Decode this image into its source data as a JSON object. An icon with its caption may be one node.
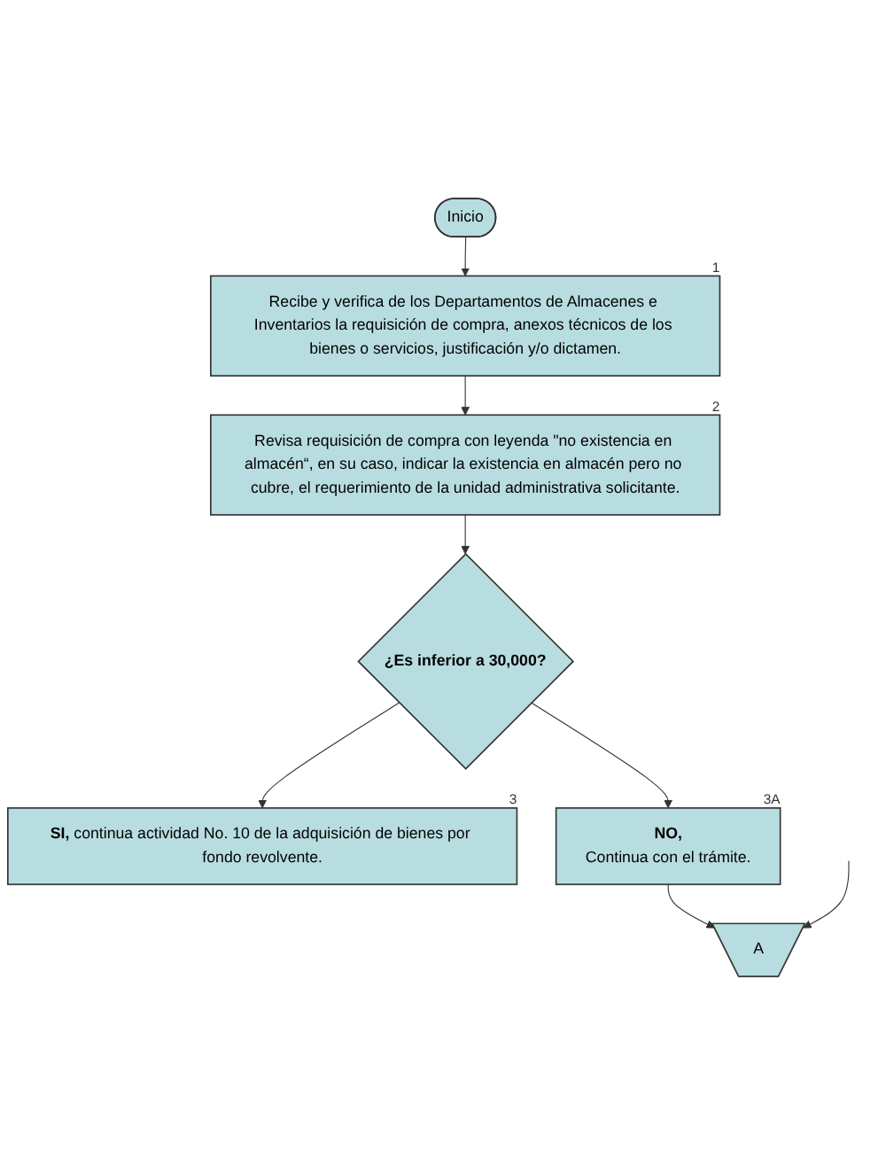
{
  "diagram": {
    "nodes": [
      {
        "text": [
          "Inicio"
        ]
      },
      {
        "text": [
          "Recibe y verifica de los Departamentos de Almacenes e Inventarios la requisición de compra, anexos técnicos de los bienes o servicios, justificación y/o dictamen."
        ],
        "beside": [
          "1"
        ]
      },
      {
        "text": [
          "Revisa requisición de compra con leyenda \"no existencia en almacén“, en su caso, indicar la existencia en almacén pero no cubre, el requerimiento de la unidad administrativa solicitante."
        ],
        "beside": [
          "2"
        ]
      },
      {
        "text": [
          "¿Es inferior a 30,000?"
        ]
      },
      {
        "text": [
          "**SI,** continua actividad No. 10 de la adquisición de bienes por fondo revolvente."
        ],
        "beside": [
          "3"
        ]
      },
      {
        "text": [
          "NO,",
          "Continua con el trámite."
        ],
        "beside": [
          "3A"
        ]
      },
      {
        "text": [
          "A"
        ]
      }
    ],
    "edges": [
      {
        "from": 0,
        "to": 1,
        "arrow": "to"
      },
      {
        "from": 1,
        "to": 2,
        "arrow": "to"
      },
      {
        "from": 2,
        "to": 3,
        "arrow": "to"
      },
      {
        "from": 3,
        "to": 4,
        "arrow": "to"
      },
      {
        "from": 3,
        "to": 5,
        "arrow": "to"
      },
      {
        "from": 5,
        "to": 6,
        "arrow": "to"
      },
      {
        "from": null,
        "to": 6,
        "arrow": "to"
      }
    ]
  }
}
